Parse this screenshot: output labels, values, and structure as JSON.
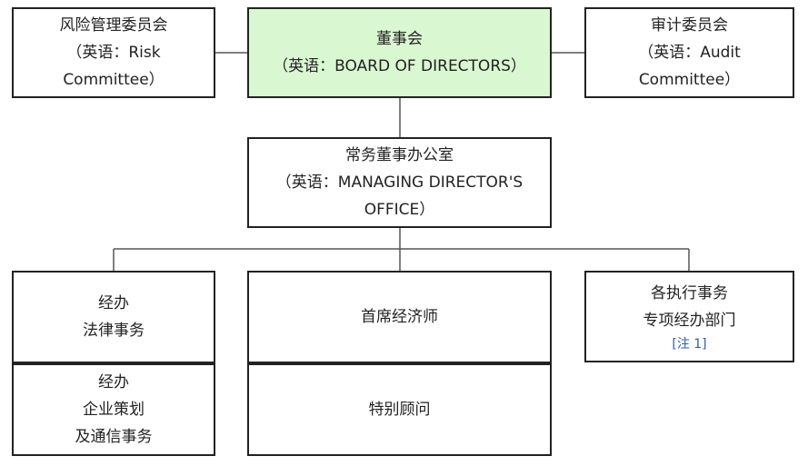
{
  "boxes": {
    "risk_committee": {
      "line1": "风险管理委员会",
      "line2": "（英语：Risk",
      "line3": "Committee）"
    },
    "board": {
      "line1": "董事会",
      "line2": "（英语：BOARD OF DIRECTORS）"
    },
    "audit_committee": {
      "line1": "审计委员会",
      "line2": "（英语：Audit",
      "line3": "Committee）"
    },
    "md_office": {
      "line1": "常务董事办公室",
      "line2": "（英语：MANAGING DIRECTOR'S",
      "line3": "OFFICE）"
    },
    "legal": {
      "line1": "经办",
      "line2": "法律事务"
    },
    "chief_economist": {
      "line1": "首席经济师"
    },
    "departments": {
      "line1": "各执行事务",
      "line2": "专项经办部门",
      "note": "[注 1]"
    },
    "planning": {
      "line1": "经办",
      "line2": "企业策划",
      "line3": "及通信事务"
    },
    "special_advisor": {
      "line1": "特别顾问"
    }
  },
  "colors": {
    "border": "#222222",
    "highlight_fill": "#d9f7d0",
    "connector": "#555555",
    "note": "#2d5fb5"
  }
}
